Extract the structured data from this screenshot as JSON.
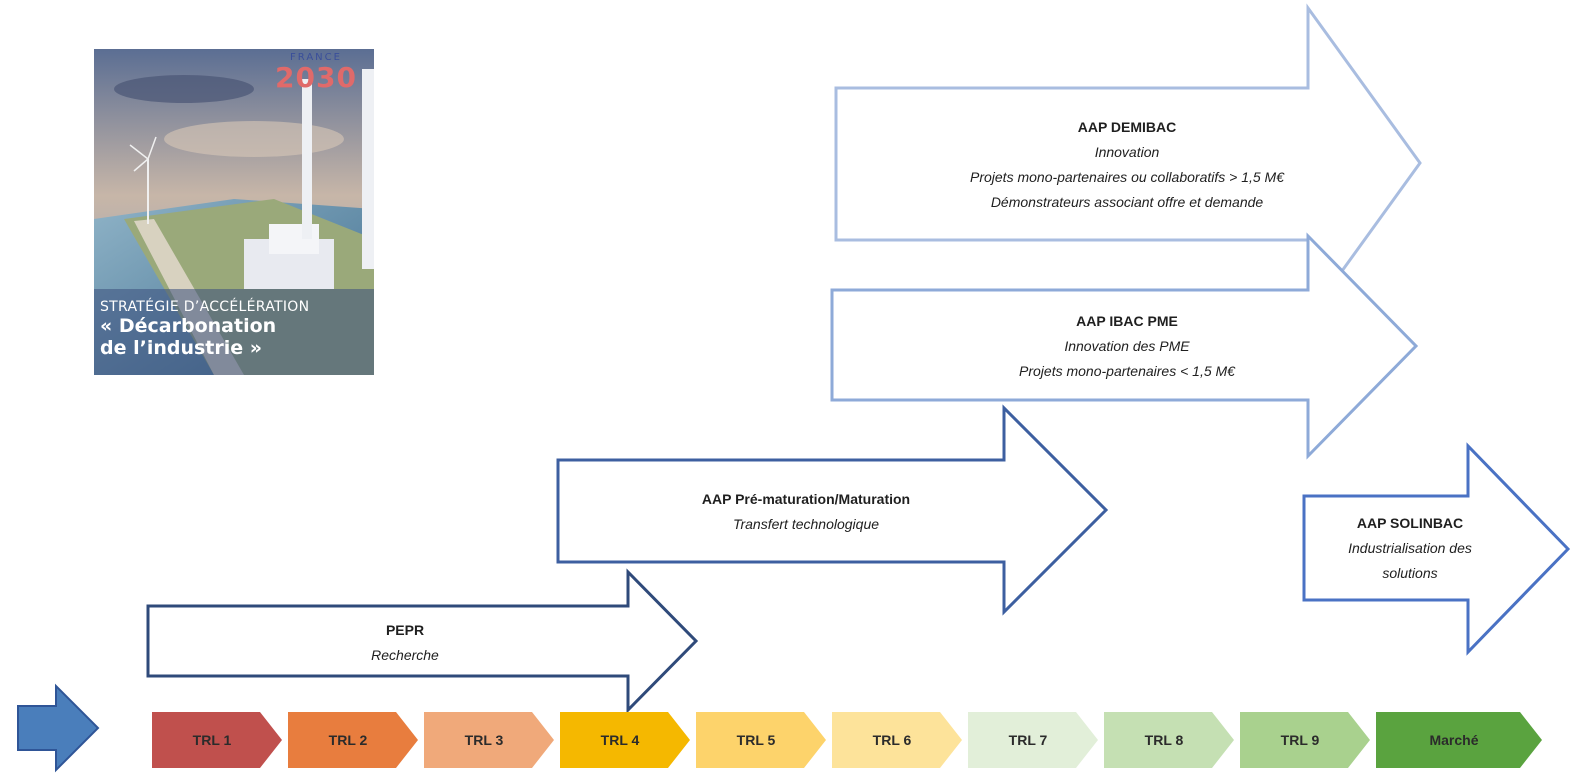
{
  "cover": {
    "logo_top": "FRANCE",
    "logo_num": "2030",
    "kicker": "STRATÉGIE D’ACCÉLÉRATION",
    "title_line1": "« Décarbonation",
    "title_line2": "de l’industrie »"
  },
  "programs": [
    {
      "title": "AAP DEMIBAC",
      "lines": [
        "Innovation",
        "Projets mono-partenaires ou collaboratifs > 1,5 M€",
        "Démonstrateurs associant offre et demande"
      ],
      "stroke": "#a9bde0"
    },
    {
      "title": "AAP IBAC PME",
      "lines": [
        "Innovation des PME",
        "Projets mono-partenaires < 1,5 M€"
      ],
      "stroke": "#8eaad8"
    },
    {
      "title": "AAP Pré-maturation/Maturation",
      "lines": [
        "Transfert technologique"
      ],
      "stroke": "#3d5fa0"
    },
    {
      "title": "AAP SOLINBAC",
      "lines": [
        "Industrialisation des",
        "solutions"
      ],
      "stroke": "#4a72c4"
    },
    {
      "title": "PEPR",
      "lines": [
        "Recherche"
      ],
      "stroke": "#2f4a7a"
    }
  ],
  "trl_steps": [
    {
      "label": "TRL 1",
      "color": "#c0504d"
    },
    {
      "label": "TRL 2",
      "color": "#e87d3e"
    },
    {
      "label": "TRL 3",
      "color": "#f0a97a"
    },
    {
      "label": "TRL 4",
      "color": "#f5b800"
    },
    {
      "label": "TRL 5",
      "color": "#fdd36b"
    },
    {
      "label": "TRL 6",
      "color": "#fde39a"
    },
    {
      "label": "TRL 7",
      "color": "#e2efd9"
    },
    {
      "label": "TRL 8",
      "color": "#c5e0b3"
    },
    {
      "label": "TRL 9",
      "color": "#a9d18e"
    },
    {
      "label": "Marché",
      "color": "#5aa33f"
    }
  ],
  "pointer_color": "#4a7ebb"
}
